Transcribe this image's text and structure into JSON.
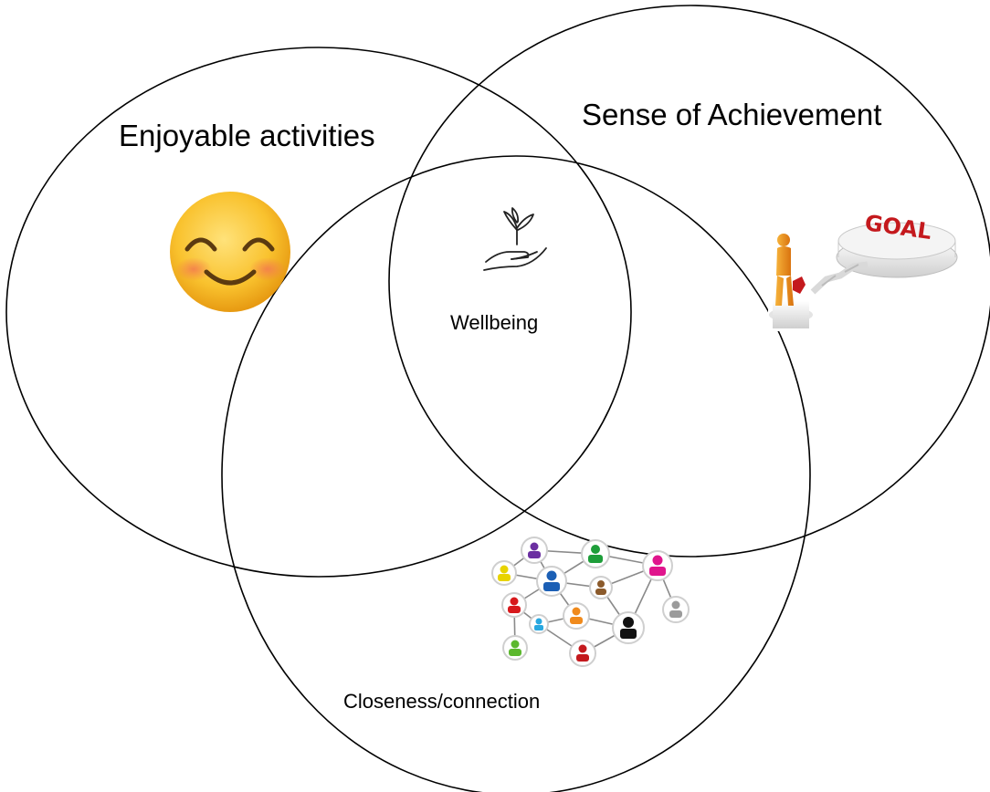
{
  "diagram": {
    "type": "venn",
    "sets": [
      {
        "id": "enjoyable",
        "label": "Enjoyable activities"
      },
      {
        "id": "achievement",
        "label": "Sense of Achievement"
      },
      {
        "id": "closeness",
        "label": "Closeness/connection"
      }
    ],
    "center_label": "Wellbeing",
    "goal_text": "GOAL",
    "icons": {
      "enjoyable": "smiling-face-icon",
      "achievement": "goal-figure-icon",
      "closeness": "people-network-icon",
      "center": "seedling-hand-icon"
    },
    "colors": {
      "outline": "#000000",
      "goal_red": "#c4191d",
      "figure_orange": "#e8921c",
      "emoji_yellow": "#f9c22e",
      "blush": "#f37a4f"
    }
  }
}
